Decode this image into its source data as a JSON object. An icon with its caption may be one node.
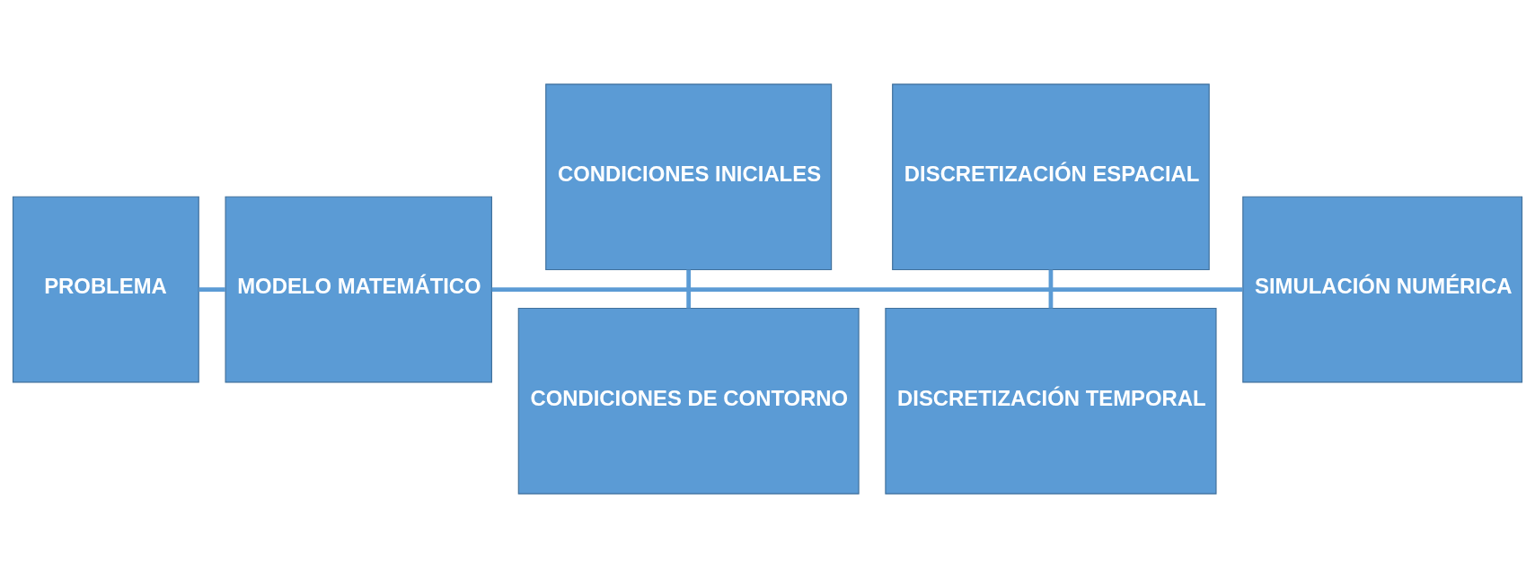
{
  "diagram": {
    "nodes": [
      {
        "text": [
          "PROBLEMA"
        ]
      },
      {
        "text": [
          "MODELO MATEMÁTICO"
        ]
      },
      {
        "text": [
          "CONDICIONES INICIALES"
        ]
      },
      {
        "text": [
          "CONDICIONES DE CONTORNO"
        ]
      },
      {
        "text": [
          "DISCRETIZACIÓN ESPACIAL"
        ]
      },
      {
        "text": [
          "DISCRETIZACIÓN TEMPORAL"
        ]
      },
      {
        "text": [
          "SIMULACIÓN NUMÉRICA"
        ]
      }
    ],
    "edges": [
      {
        "from": 0,
        "to": 1,
        "arrow": "none"
      },
      {
        "from": 1,
        "to": 6,
        "arrow": "none"
      },
      {
        "from": 2,
        "to": 3,
        "arrow": "none"
      },
      {
        "from": 4,
        "to": 5,
        "arrow": "none"
      }
    ]
  }
}
